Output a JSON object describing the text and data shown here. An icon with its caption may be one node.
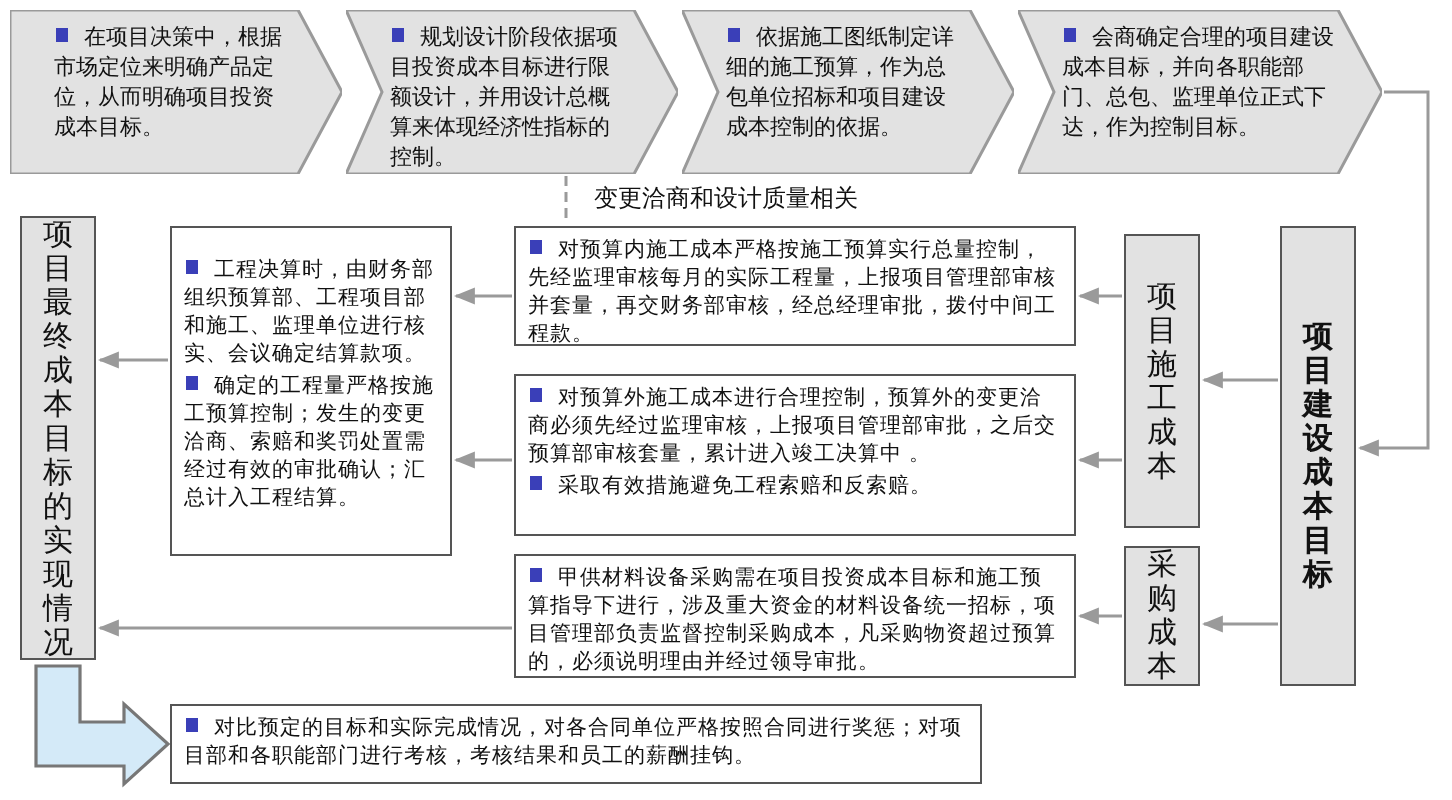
{
  "diagram": {
    "nodes": [
      {
        "text": [
          "在项目决策中，根据市场定位来明确产品定位，从而明确项目投资成本目标。"
        ]
      },
      {
        "text": [
          "规划设计阶段依据项目投资成本目标进行限额设计，并用设计总概算来体现经济性指标的控制。"
        ]
      },
      {
        "text": [
          "依据施工图纸制定详细的施工预算，作为总包单位招标和项目建设成本控制的依据。"
        ]
      },
      {
        "text": [
          "会商确定合理的项目建设成本目标，并向各职能部门、总包、监理单位正式下达，作为控制目标。"
        ]
      },
      {
        "text": [
          "项目最终成本目标的实现情况"
        ]
      },
      {
        "text": [
          "工程决算时，由财务部组织预算部、工程项目部和施工、监理单位进行核实、会议确定结算款项。",
          "确定的工程量严格按施工预算控制；发生的变更洽商、索赔和奖罚处置需经过有效的审批确认；汇总计入工程结算。"
        ]
      },
      {
        "text": [
          "对预算内施工成本严格按施工预算实行总量控制，先经监理审核每月的实际工程量，上报项目管理部审核并套量，再交财务部审核，经总经理审批，拨付中间工程款。"
        ]
      },
      {
        "text": [
          "对预算外施工成本进行合理控制，预算外的变更洽商必须先经过监理审核，上报项目管理部审批，之后交预算部审核套量，累计进入竣工决算中 。",
          "采取有效措施避免工程索赔和反索赔。"
        ]
      },
      {
        "text": [
          "甲供材料设备采购需在项目投资成本目标和施工预算指导下进行，涉及重大资金的材料设备统一招标，项目管理部负责监督控制采购成本，凡采购物资超过预算的，必须说明理由并经过领导审批。"
        ]
      },
      {
        "text": [
          "项目施工成本"
        ]
      },
      {
        "text": [
          "采购成本"
        ]
      },
      {
        "text": [
          "项目建设成本目标"
        ]
      },
      {
        "text": [
          "对比预定的目标和实际完成情况，对各合同单位严格按照合同进行奖惩；对项目部和各职能部门进行考核，考核结果和员工的薪酬挂钩。"
        ]
      }
    ],
    "edges": [
      {
        "from": 1,
        "to": 6,
        "arrow": "none",
        "style": "dashed",
        "label": "变更洽商和设计质量相关"
      },
      {
        "from": 3,
        "to": 11,
        "arrow": "to"
      },
      {
        "from": 11,
        "to": 9,
        "arrow": "to"
      },
      {
        "from": 11,
        "to": 10,
        "arrow": "to"
      },
      {
        "from": 9,
        "to": 6,
        "arrow": "to"
      },
      {
        "from": 9,
        "to": 7,
        "arrow": "to"
      },
      {
        "from": 10,
        "to": 8,
        "arrow": "to"
      },
      {
        "from": 6,
        "to": 5,
        "arrow": "to"
      },
      {
        "from": 7,
        "to": 5,
        "arrow": "to"
      },
      {
        "from": 5,
        "to": 4,
        "arrow": "to"
      },
      {
        "from": 8,
        "to": 4,
        "arrow": "to"
      },
      {
        "from": 4,
        "to": 12,
        "arrow": "to",
        "style": "thick",
        "color": "#d4eaf8"
      }
    ]
  }
}
